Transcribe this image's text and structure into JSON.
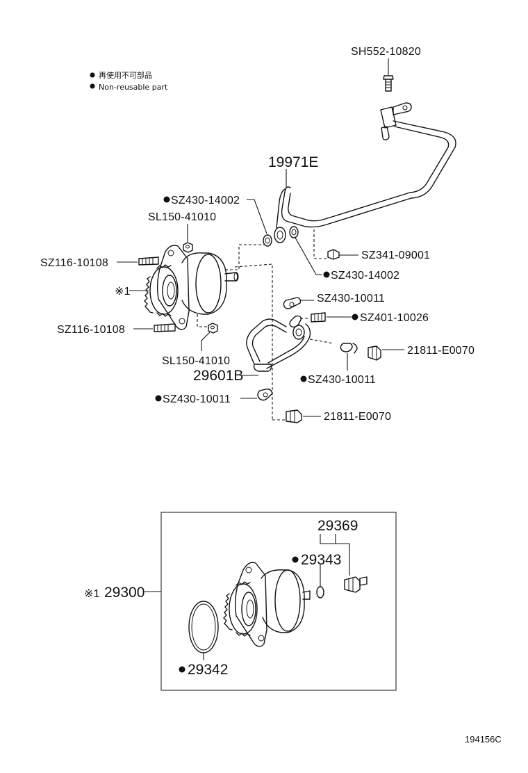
{
  "legend": {
    "items": [
      {
        "text_ja": "再使用不可部品",
        "text_en": "Non-reusable part"
      }
    ]
  },
  "labels": {
    "sh552_10820": "SH552-10820",
    "p19971e": "19971E",
    "sz430_14002_a": "SZ430-14002",
    "sl150_41010_a": "SL150-41010",
    "sz116_10108_a": "SZ116-10108",
    "mark1_a": "※1",
    "sz116_10108_b": "SZ116-10108",
    "sl150_41010_b": "SL150-41010",
    "p29601b": "29601B",
    "sz430_10011_c": "SZ430-10011",
    "sz341_09001": "SZ341-09001",
    "sz430_14002_b": "SZ430-14002",
    "sz430_10011_a": "SZ430-10011",
    "sz401_10026": "SZ401-10026",
    "p21811_e0070_a": "21811-E0070",
    "sz430_10011_b": "SZ430-10011",
    "p21811_e0070_b": "21811-E0070",
    "p29369": "29369",
    "p29343": "29343",
    "mark1_b": "※1",
    "p29300": "29300",
    "p29342": "29342"
  },
  "figure_number": "194156C"
}
